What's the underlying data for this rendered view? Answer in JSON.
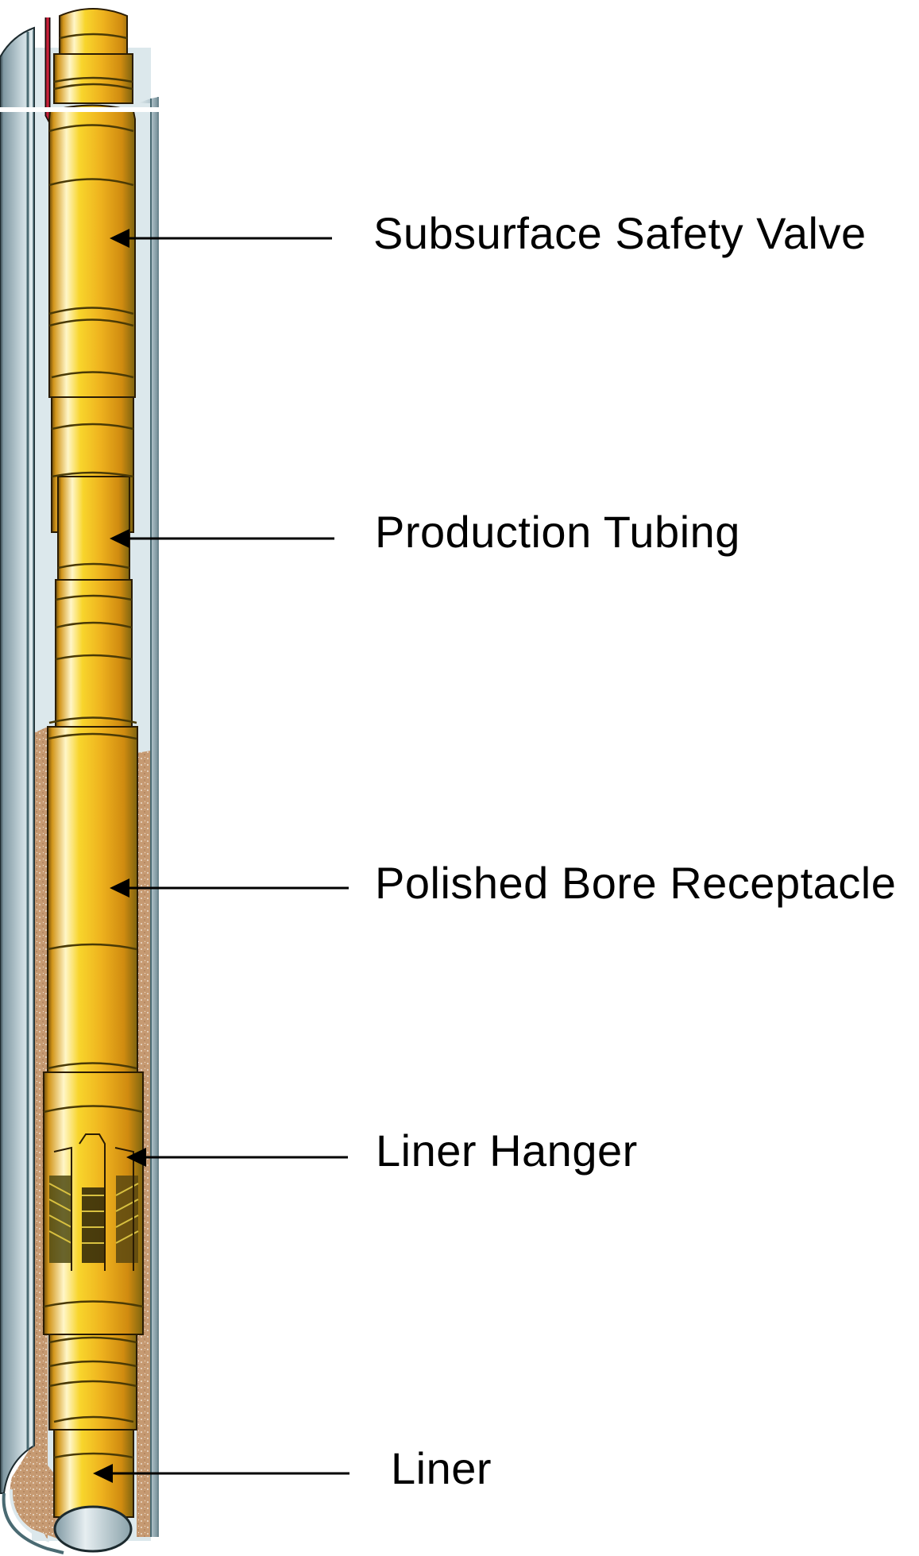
{
  "diagram": {
    "subject": "Completion string inside well casing",
    "colors": {
      "tubing_highlight": "#fff6c8",
      "tubing_mid": "#f4c81e",
      "tubing_shadow": "#c98a10",
      "tubing_edge": "#6b4a08",
      "casing_light": "#dce8ec",
      "casing_dark": "#7f98a2",
      "casing_line": "#4a6a72",
      "sand": "#c69a72",
      "control_line": "#b0132a",
      "leader": "#000000",
      "background": "#ffffff"
    },
    "labels": [
      {
        "id": "ssv",
        "text": "Subsurface Safety Valve"
      },
      {
        "id": "tubing",
        "text": "Production Tubing"
      },
      {
        "id": "pbr",
        "text": "Polished Bore Receptacle"
      },
      {
        "id": "hanger",
        "text": "Liner Hanger"
      },
      {
        "id": "liner",
        "text": "Liner"
      }
    ]
  }
}
